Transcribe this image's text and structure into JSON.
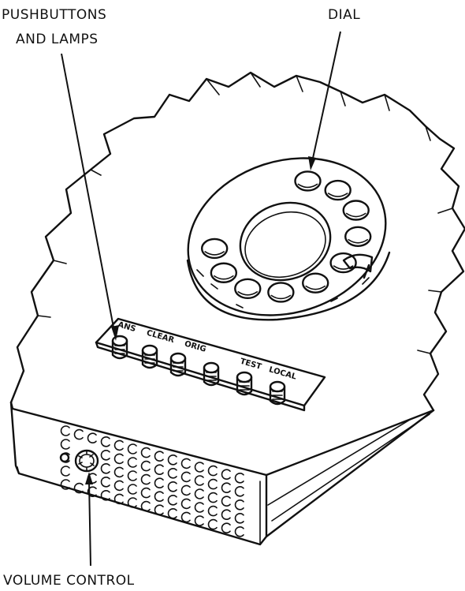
{
  "callouts": {
    "pushbuttons_line1": "PUSHBUTTONS",
    "pushbuttons_line2": "AND LAMPS",
    "dial": "DIAL",
    "volume_control": "VOLUME CONTROL"
  },
  "button_labels": [
    "ANS",
    "CLEAR",
    "ORIG",
    "TEST",
    "LOCAL"
  ]
}
